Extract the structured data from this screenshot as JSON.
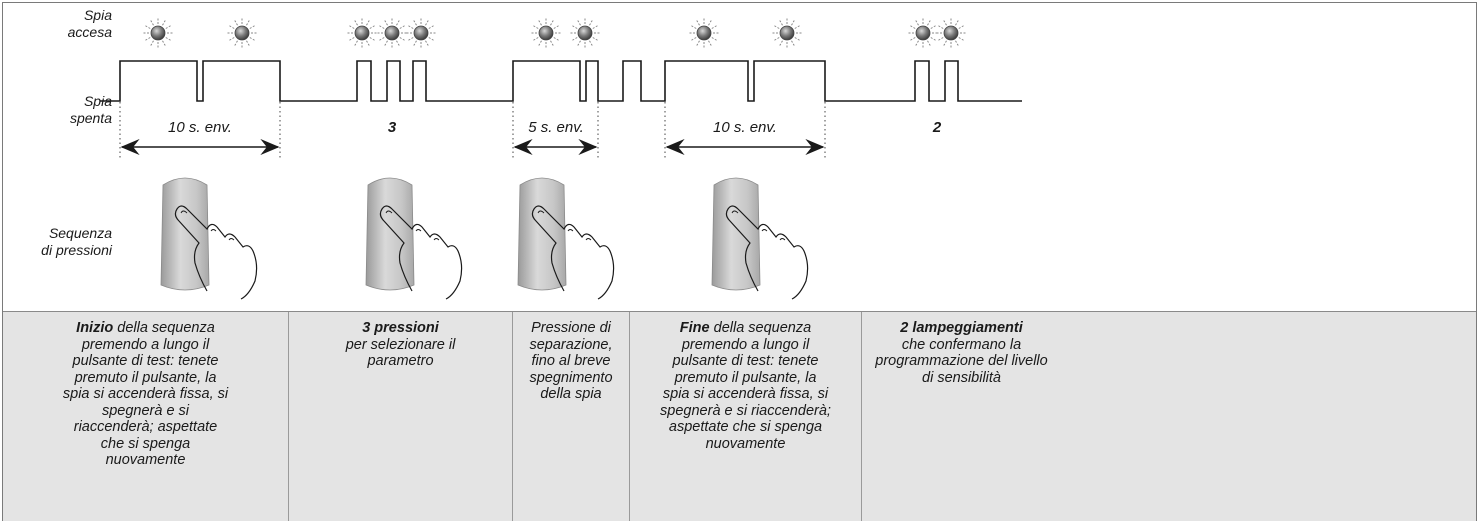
{
  "labels": {
    "on_line1": "Spia",
    "on_line2": "accesa",
    "off_line1": "Spia",
    "off_line2": "spenta",
    "seq_line1": "Sequenza",
    "seq_line2": "di pressioni"
  },
  "durations": {
    "d1": "10 s. env.",
    "d2": "5 s. env.",
    "d3": "10 s. env."
  },
  "counts": {
    "c1": "3",
    "c2": "2"
  },
  "columns": [
    {
      "bold": "Inizio",
      "text": " della sequenza premendo a lungo il pulsante di test: tenete premuto il pulsante, la spia si accenderà fissa, si spegnerà e si riaccenderà; aspettate che si spenga nuovamente"
    },
    {
      "bold": "3 pressioni",
      "text": "per selezionare il parametro"
    },
    {
      "bold": "",
      "text": "Pressione di separazione, fino al breve spegnimento della spia"
    },
    {
      "bold": "Fine",
      "text": " della sequenza premendo a lungo il pulsante di test: tenete premuto il pulsante, la spia si accenderà fissa, si spegnerà e si riaccenderà; aspettate che si spenga nuovamente"
    },
    {
      "bold": "2 lampeggiamenti",
      "text": "che confermano la programmazione del livello di sensibilità"
    }
  ],
  "colors": {
    "line": "#1a1a1a",
    "led": "#6d6d6d",
    "panel": "#e4e4e4"
  }
}
